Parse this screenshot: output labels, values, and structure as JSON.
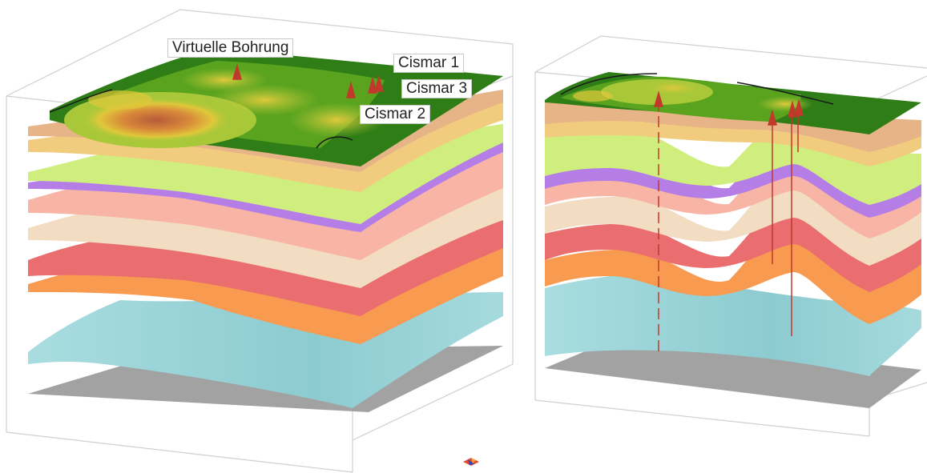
{
  "labels": {
    "virtual_well": "Virtuelle Bohrung",
    "cismar1": "Cismar 1",
    "cismar3": "Cismar 3",
    "cismar2": "Cismar 2"
  },
  "layer_colors": [
    "#e7b487",
    "#f2cc7e",
    "#cfee7e",
    "#b57ee6",
    "#f8b4a4",
    "#f2ddc3",
    "#ea6d6f",
    "#f89a50",
    "#9fd6da",
    "#a2a2a2"
  ],
  "terrain_colors": [
    "#2f7d16",
    "#5aa31e",
    "#a8c83a",
    "#e0c83a",
    "#d98a3a",
    "#b65a3a"
  ],
  "well_color": "#c0392b",
  "compass_icon": "orientation-compass-icon"
}
